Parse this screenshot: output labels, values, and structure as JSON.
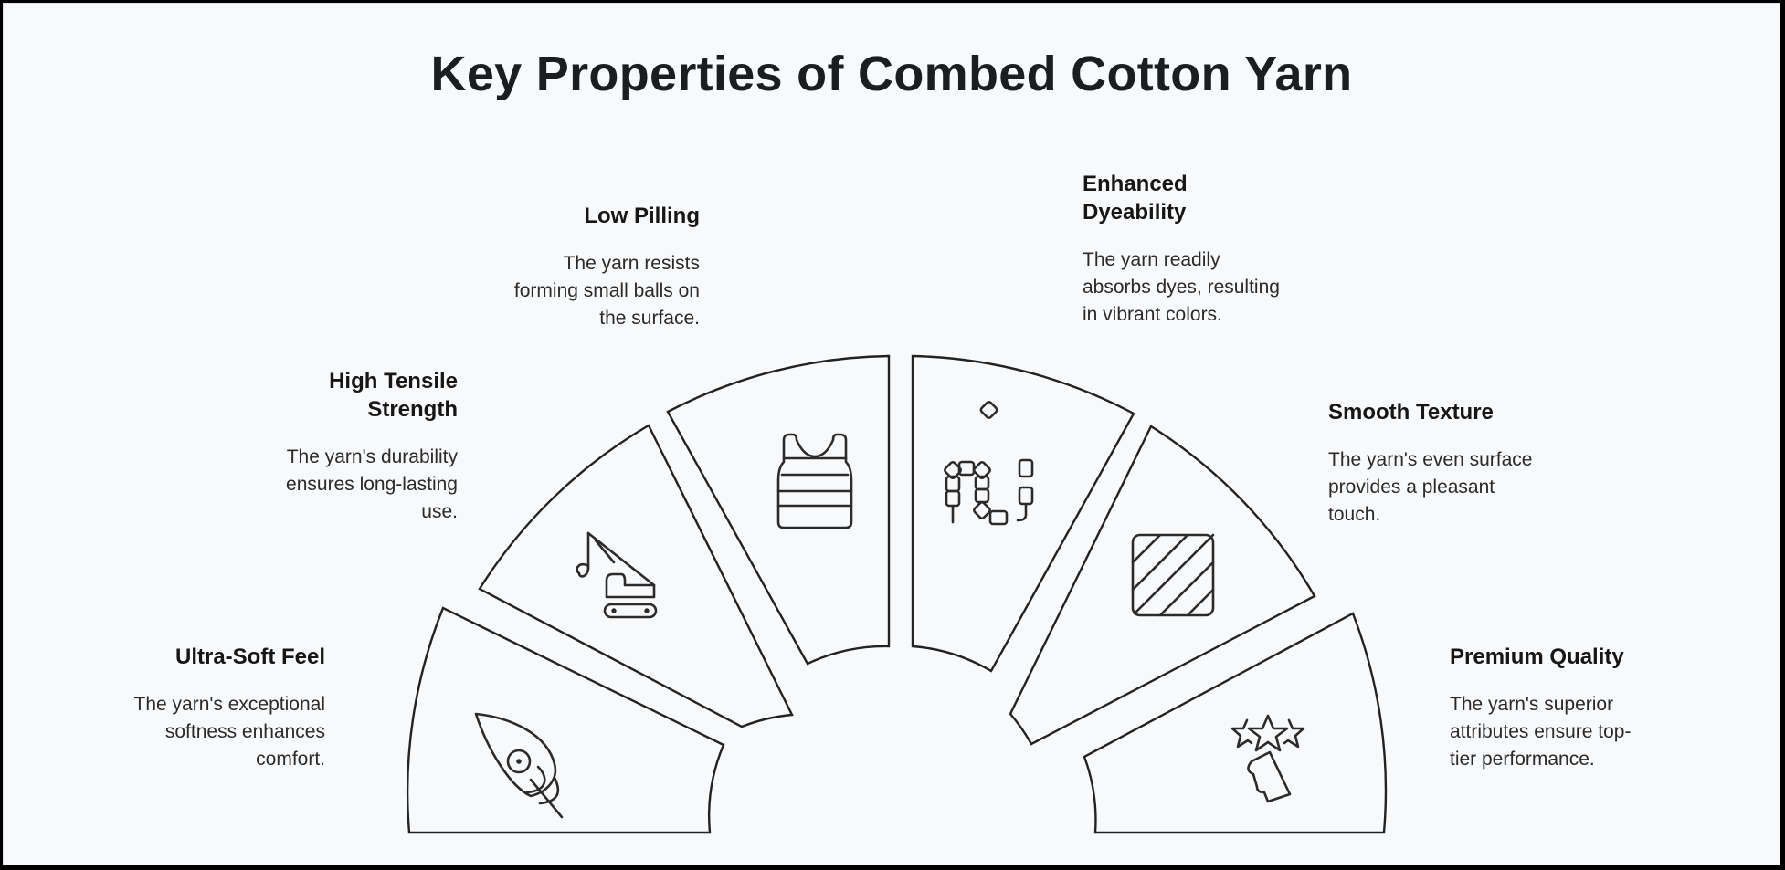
{
  "title": "Key Properties of Combed Cotton Yarn",
  "properties": [
    {
      "heading": "Ultra-Soft Feel",
      "description_lines": [
        "The yarn's exceptional",
        "softness enhances",
        "comfort."
      ],
      "icon": "feather-icon"
    },
    {
      "heading_lines": [
        "High Tensile",
        "Strength"
      ],
      "description_lines": [
        "The yarn's durability",
        "ensures long-lasting",
        "use."
      ],
      "icon": "crane-icon"
    },
    {
      "heading": "Low Pilling",
      "description_lines": [
        "The yarn resists",
        "forming small balls on",
        "the surface."
      ],
      "icon": "tank-top-icon"
    },
    {
      "heading_lines": [
        "Enhanced",
        "Dyeability"
      ],
      "description_lines": [
        "The yarn readily",
        "absorbs dyes, resulting",
        "in vibrant colors."
      ],
      "icon": "beads-chain-icon"
    },
    {
      "heading": "Smooth Texture",
      "description_lines": [
        "The yarn's even surface",
        "provides a pleasant",
        "touch."
      ],
      "icon": "hatched-square-icon"
    },
    {
      "heading": "Premium Quality",
      "description_lines": [
        "The yarn's superior",
        "attributes ensure top-",
        "tier performance."
      ],
      "icon": "stars-rating-icon"
    }
  ],
  "colors": {
    "background": "#f8f9fb",
    "stroke": "#222222",
    "text": "#1a1a1a"
  }
}
